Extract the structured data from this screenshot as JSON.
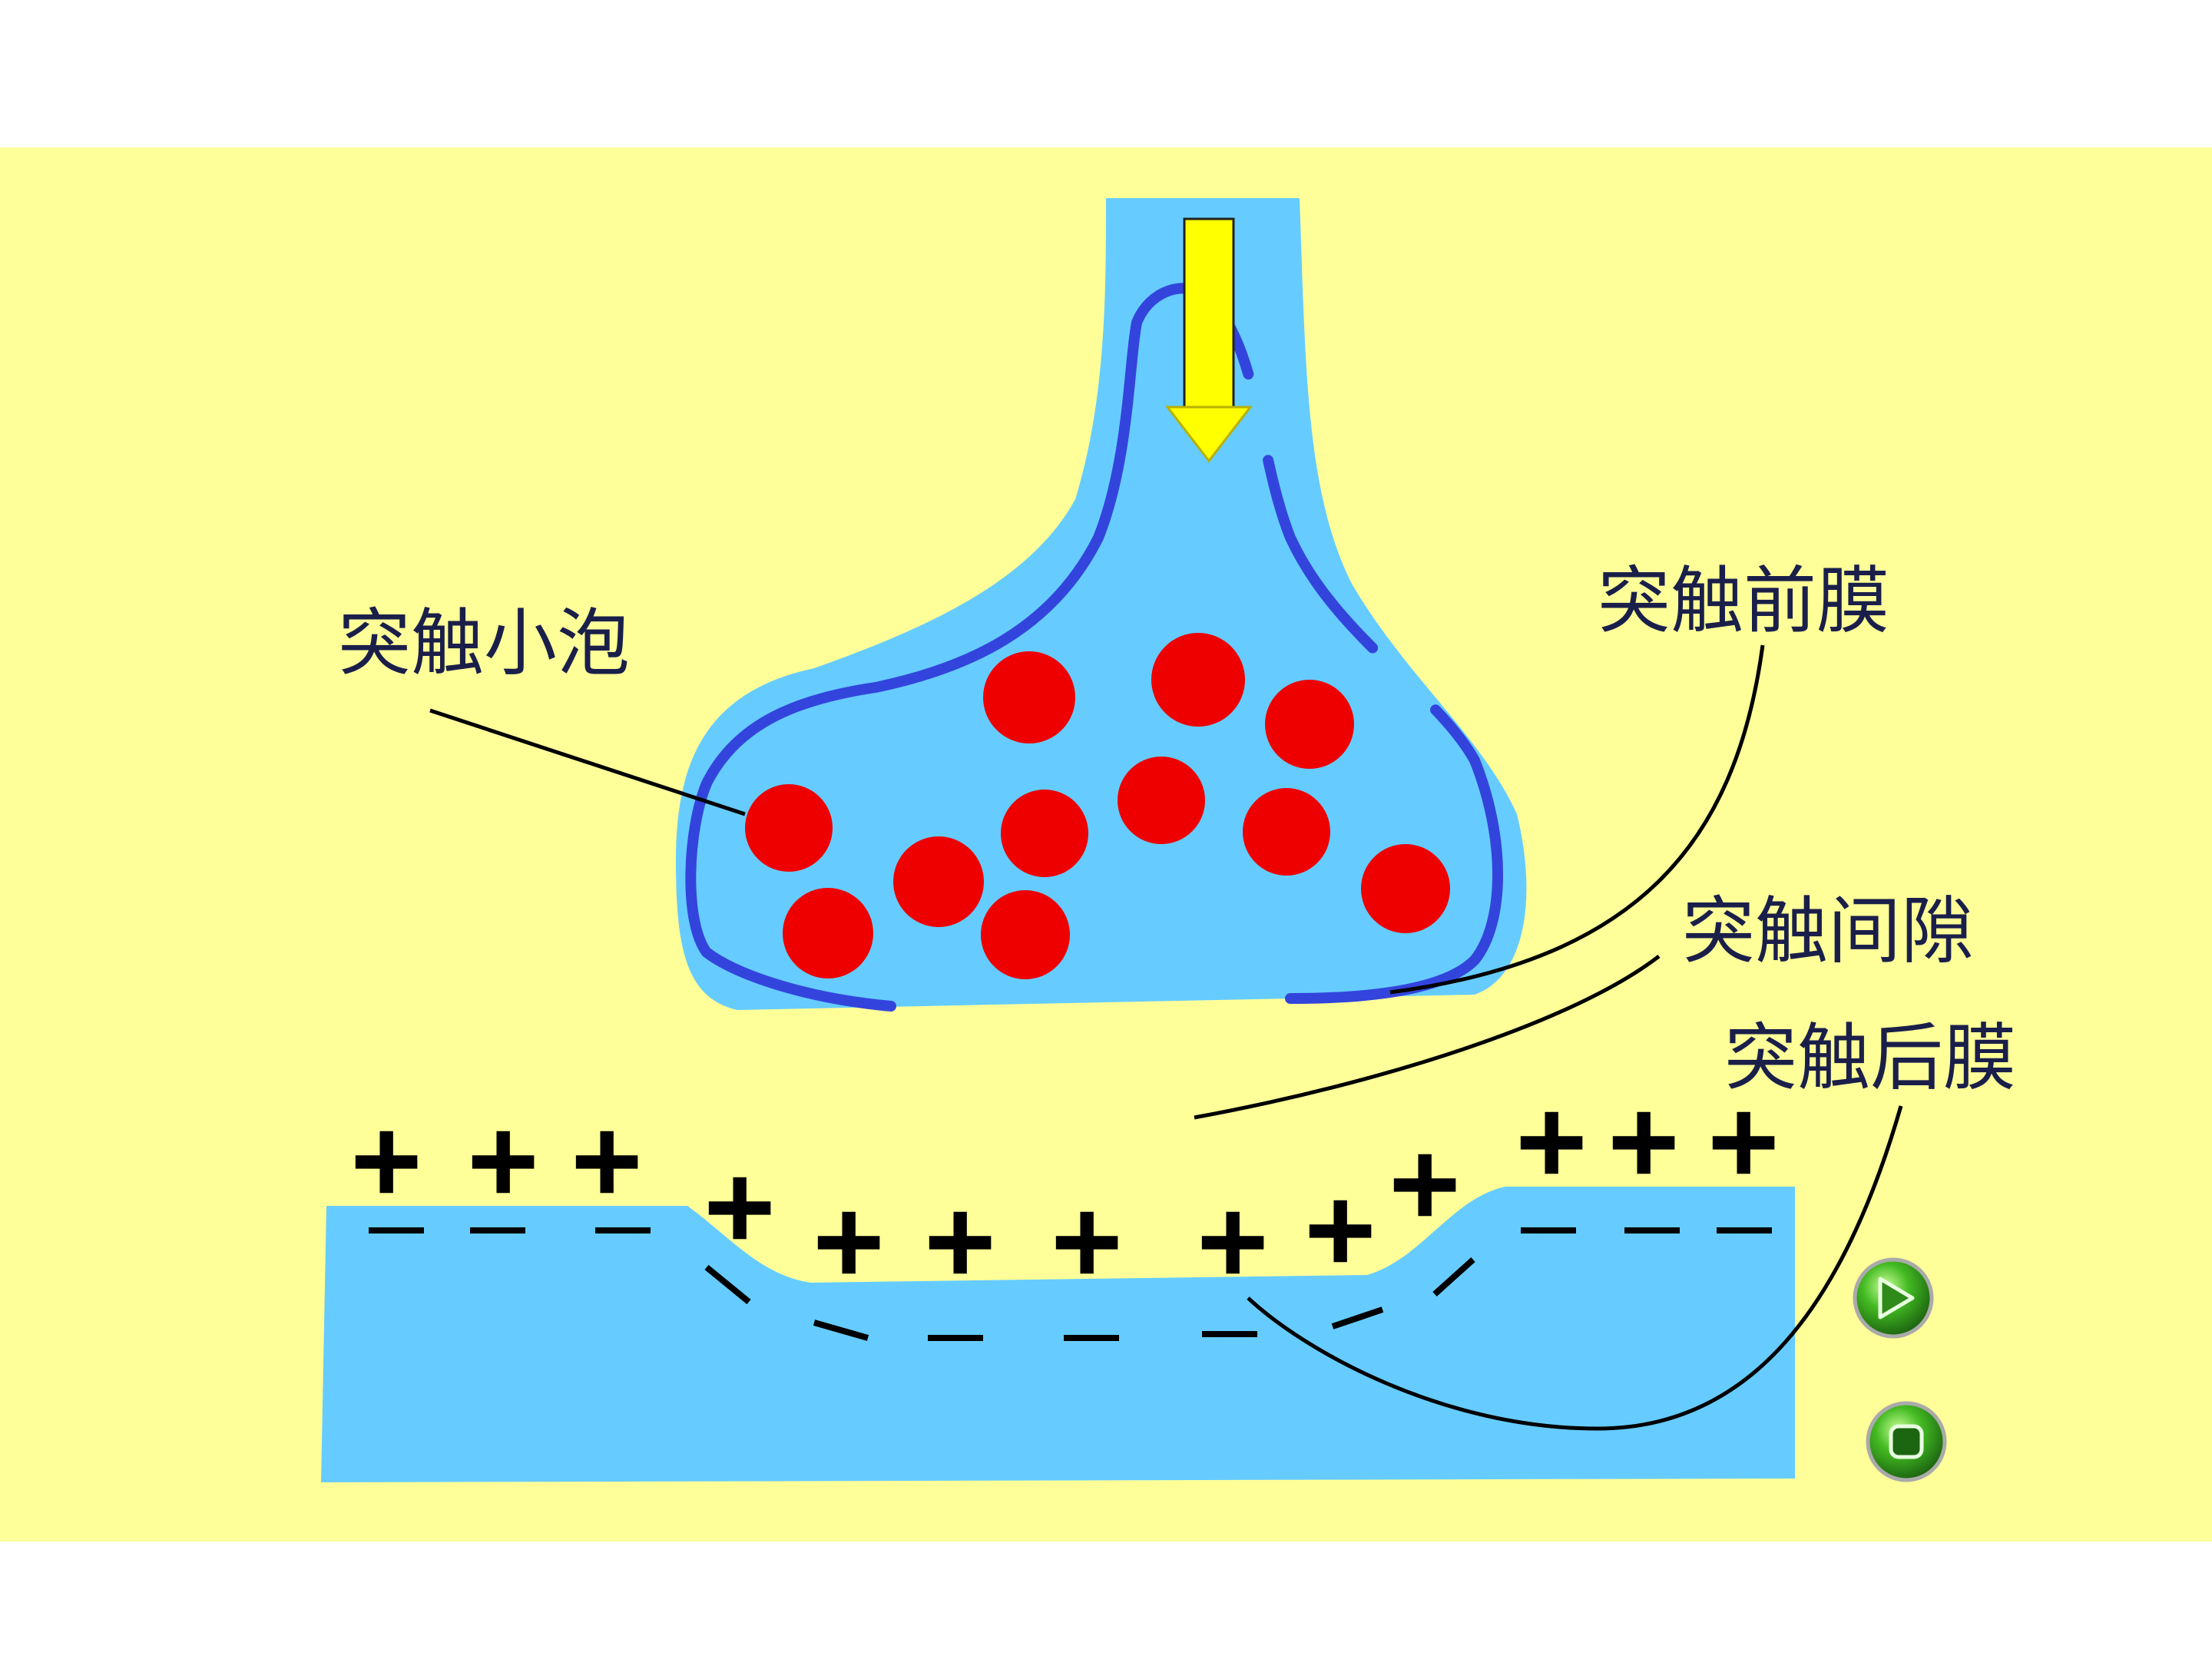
{
  "labels": {
    "vesicle": "突触小泡",
    "pre_membrane": "突触前膜",
    "cleft": "突触间隙",
    "post_membrane": "突触后膜"
  },
  "signs": {
    "plus": "+",
    "minus": "—"
  },
  "controls": {
    "play_icon": "play-icon",
    "stop_icon": "stop-icon"
  },
  "colors": {
    "background": "#ffff99",
    "cytoplasm": "#66ccff",
    "membrane": "#3344dd",
    "vesicle": "#ee0000",
    "arrow": "#ffff00",
    "button": "#33aa22"
  }
}
